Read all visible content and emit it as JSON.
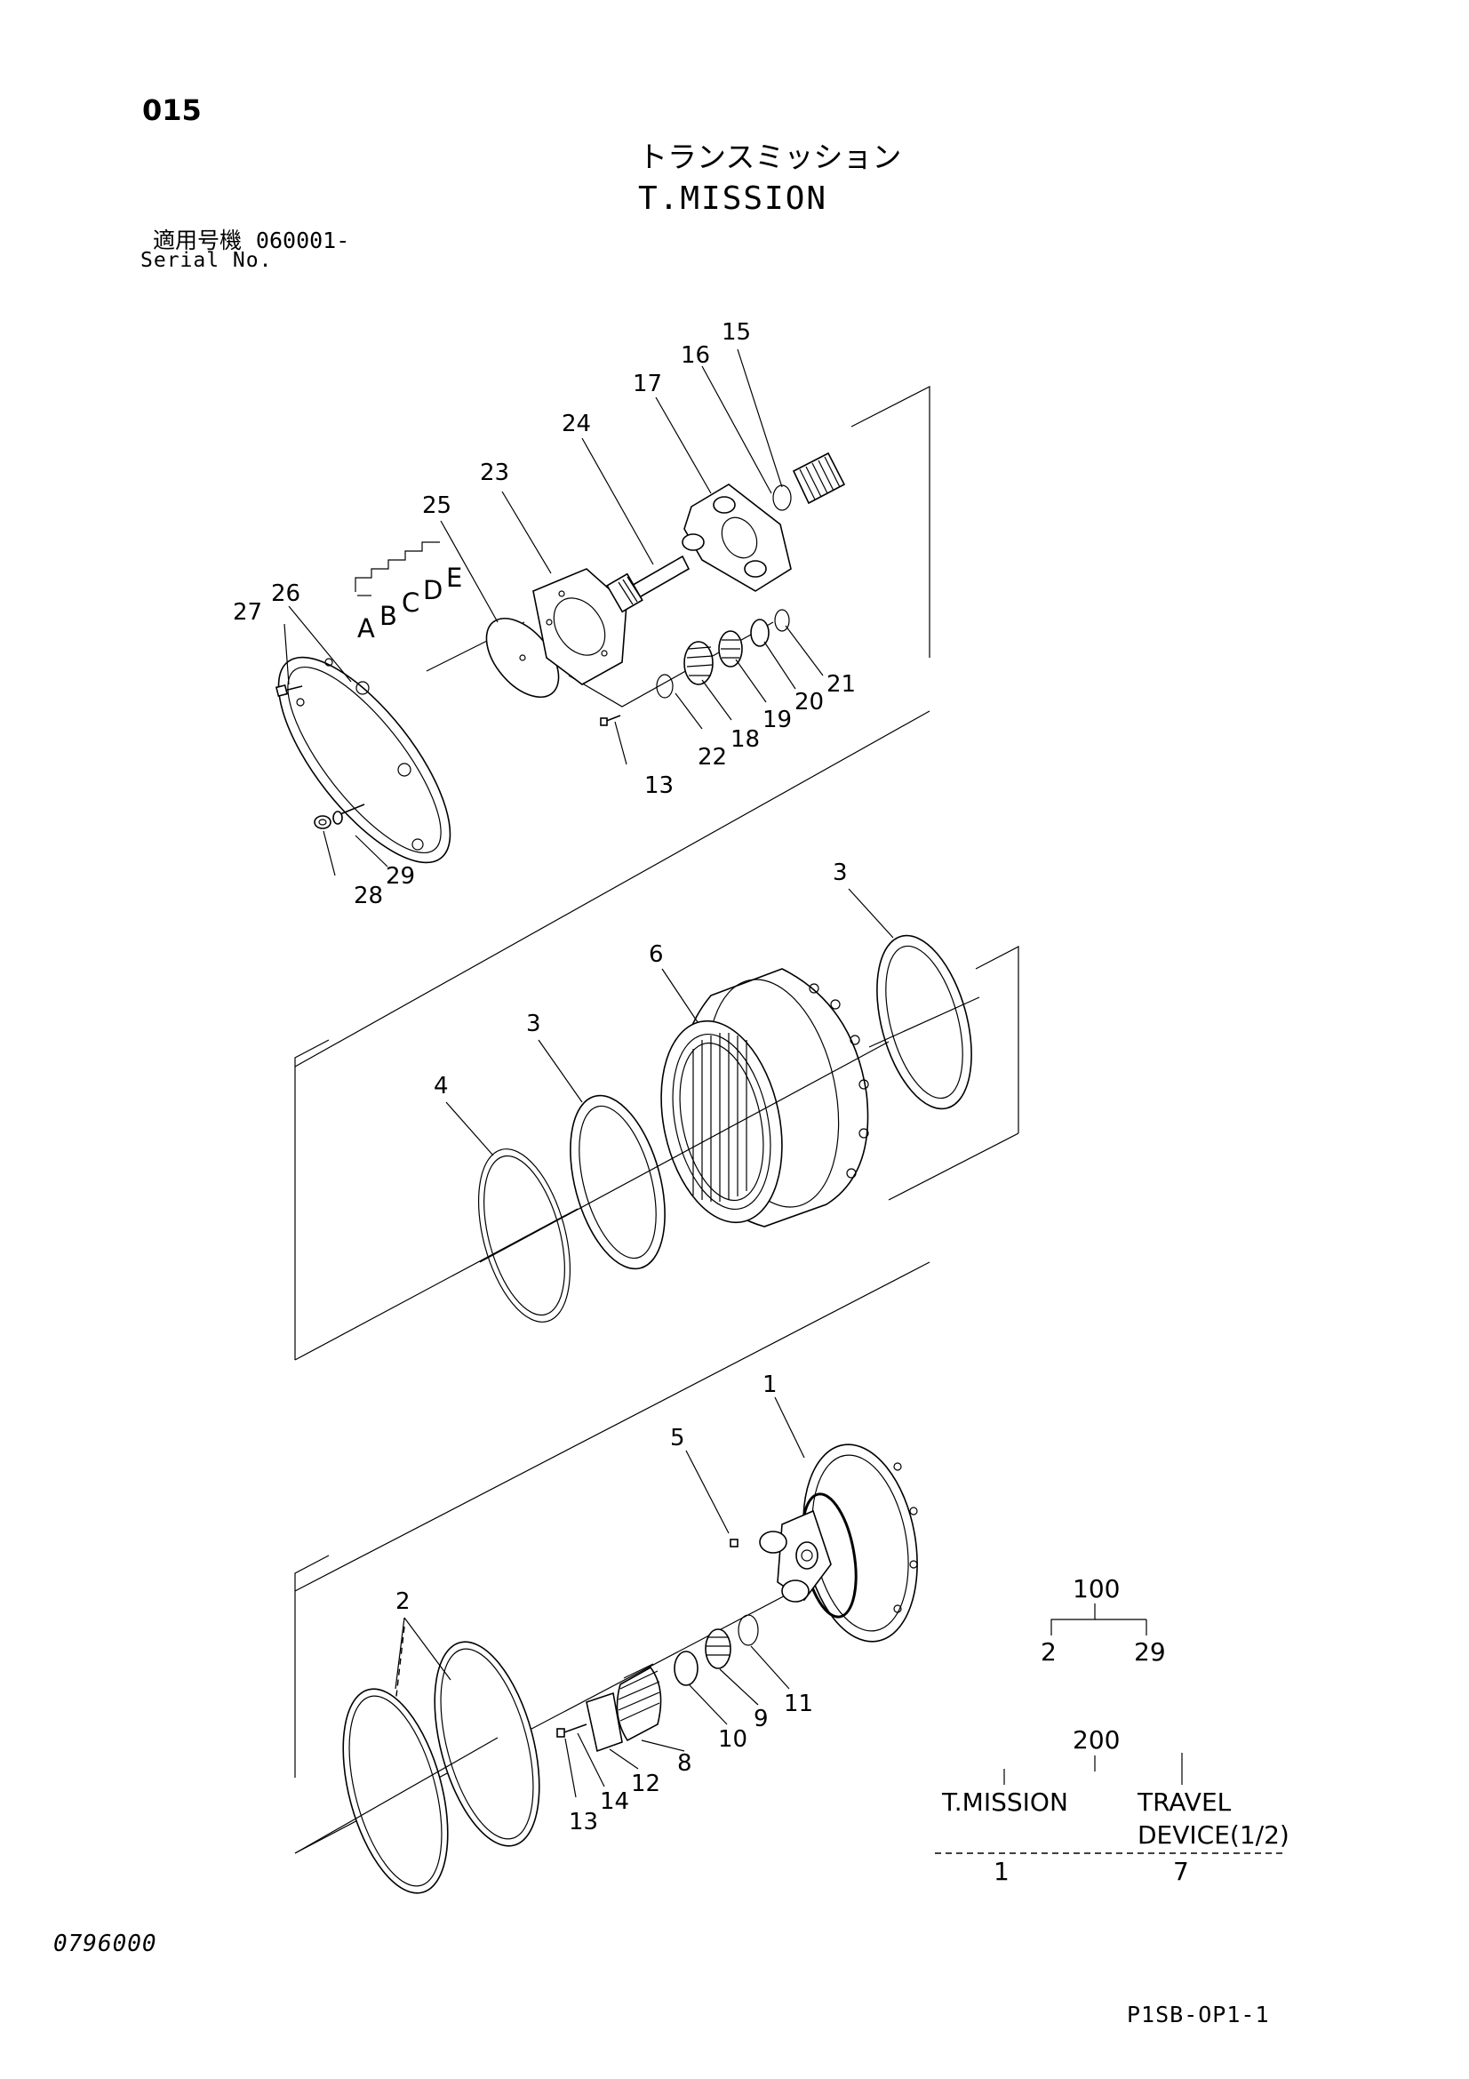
{
  "header": {
    "page_number": "015",
    "title_jp": "トランスミッション",
    "title_en": "T.MISSION",
    "serial_label_jp": "適用号機",
    "serial_value": "060001-",
    "serial_label_en": "Serial No."
  },
  "callouts": {
    "c15": "15",
    "c16": "16",
    "c17": "17",
    "c24": "24",
    "c23": "23",
    "c25": "25",
    "c27": "27",
    "c26": "26",
    "cA": "A",
    "cB": "B",
    "cC": "C",
    "cD": "D",
    "cE": "E",
    "c13a": "13",
    "c22": "22",
    "c18": "18",
    "c19": "19",
    "c20": "20",
    "c21": "21",
    "c28": "28",
    "c29": "29",
    "c3a": "3",
    "c6": "6",
    "c3b": "3",
    "c4": "4",
    "c1": "1",
    "c5": "5",
    "c2": "2",
    "c13b": "13",
    "c14": "14",
    "c12": "12",
    "c8": "8",
    "c10": "10",
    "c9": "9",
    "c11": "11"
  },
  "assembly_table": {
    "g100_top": "100",
    "g100_left": "2",
    "g100_right": "29",
    "g200_top": "200",
    "g200_left_name": "T.MISSION",
    "g200_right_name_1": "TRAVEL",
    "g200_right_name_2": "DEVICE(1/2)",
    "g200_left_qty": "1",
    "g200_right_qty": "7"
  },
  "footer": {
    "doc_number": "0796000",
    "reference_code": "P1SB-OP1-1"
  }
}
